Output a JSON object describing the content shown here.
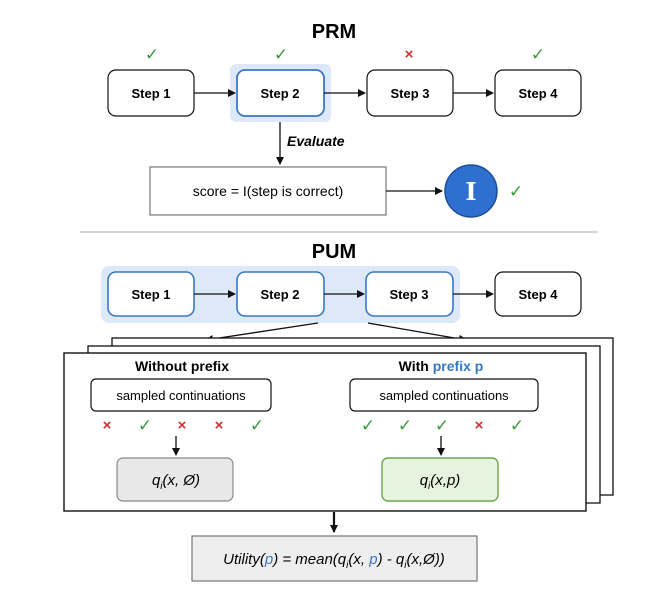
{
  "prm": {
    "title": "PRM",
    "steps": [
      "Step 1",
      "Step 2",
      "Step 3",
      "Step 4"
    ],
    "marks": [
      "✓",
      "✓",
      "×",
      "✓"
    ],
    "evaluate_label": "Evaluate",
    "score_text": "score = I(step is correct)",
    "indicator_letter": "I",
    "indicator_mark": "✓"
  },
  "pum": {
    "title": "PUM",
    "steps": [
      "Step 1",
      "Step 2",
      "Step 3",
      "Step 4"
    ],
    "without_prefix": {
      "heading": "Without prefix",
      "box_label": "sampled continuations",
      "marks": [
        "×",
        "✓",
        "×",
        "×",
        "✓"
      ]
    },
    "with_prefix": {
      "heading": "With ",
      "heading_highlight": "prefix p",
      "box_label": "sampled continuations",
      "marks": [
        "✓",
        "✓",
        "✓",
        "×",
        "✓"
      ]
    },
    "q_empty": {
      "q": "q",
      "sub": "i",
      "args": "(x, Ø)"
    },
    "q_prefix": {
      "q": "q",
      "sub": "i",
      "args": "(x,p)"
    },
    "utility": {
      "lhs_word": "Utility(",
      "p": "p",
      "lhs_close": ") = mean(",
      "q1": "q",
      "q1_sub": "i",
      "q1_open": "(x, ",
      "q1_p": "p",
      "q1_close": ")",
      "minus": " - ",
      "q2": "q",
      "q2_sub": "i",
      "q2_args": "(x,Ø))"
    }
  },
  "colors": {
    "check": "#3a9a3a",
    "cross": "#d03030",
    "blue_border": "#3a78c3",
    "highlight_bg": "#dde8f8",
    "indicator_fill": "#2f6fcf",
    "prefix_text": "#3a78c3",
    "green_box_fill": "#e6f4df",
    "green_box_border": "#6aa84f",
    "gray_box_fill": "#e8e8e8"
  }
}
